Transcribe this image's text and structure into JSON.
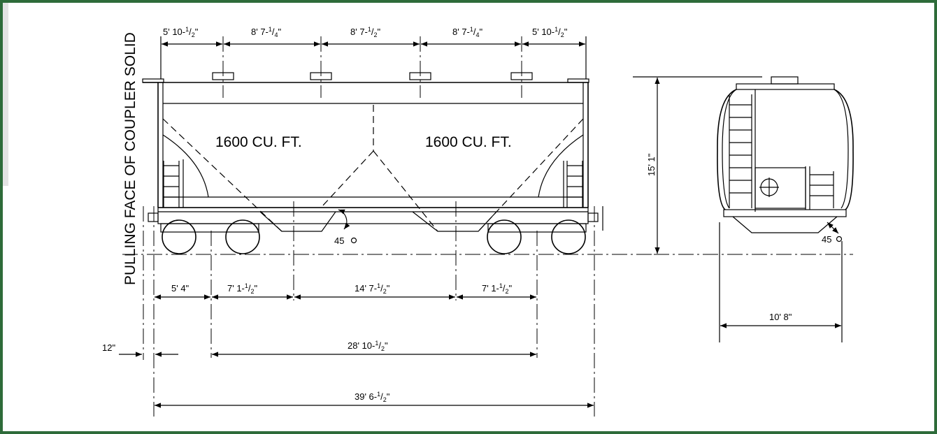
{
  "diagram": {
    "top_dimensions": [
      {
        "main": "5' 10-",
        "num": "1",
        "den": "2",
        "end": "\""
      },
      {
        "main": "8' 7-",
        "num": "1",
        "den": "4",
        "end": "\""
      },
      {
        "main": "8' 7-",
        "num": "1",
        "den": "2",
        "end": "\""
      },
      {
        "main": "8' 7-",
        "num": "1",
        "den": "4",
        "end": "\""
      },
      {
        "main": "5' 10-",
        "num": "1",
        "den": "2",
        "end": "\""
      }
    ],
    "capacity_labels": [
      "1600 CU. FT.",
      "1600 CU. FT."
    ],
    "angle_label": "45",
    "angle_label_end": "45",
    "vertical_label": "PULLING FACE OF COUPLER SOLID",
    "height_label": "15' 1\"",
    "bottom_row": [
      {
        "main": "5' 4\"",
        "num": "",
        "den": "",
        "end": ""
      },
      {
        "main": "7' 1-",
        "num": "1",
        "den": "2",
        "end": "\""
      },
      {
        "main": "14' 7-",
        "num": "1",
        "den": "2",
        "end": "\""
      },
      {
        "main": "7' 1-",
        "num": "1",
        "den": "2",
        "end": "\""
      }
    ],
    "coupler_offset": "12\"",
    "truck_centers": {
      "main": "28' 10-",
      "num": "1",
      "den": "2",
      "end": "\""
    },
    "overall_length": {
      "main": "39' 6-",
      "num": "1",
      "den": "2",
      "end": "\""
    },
    "width_label": "10' 8\""
  }
}
